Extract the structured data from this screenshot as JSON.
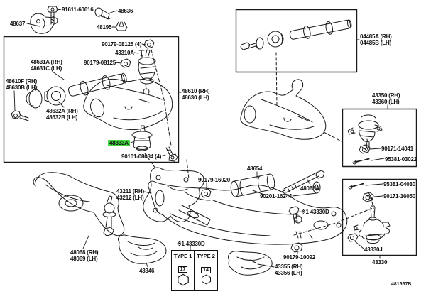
{
  "diagram": {
    "code": "481667B",
    "highlight_color": "#3fd53f",
    "line_color": "#1a1a1a",
    "highlighted_part": "48333A"
  },
  "labels": {
    "b91611": "91611-60616",
    "b48637": "48637",
    "b48636": "48636",
    "b48195": "48195",
    "b90179_08125_4": "90179-08125 (4)",
    "b43310a": "43310A",
    "b90179_08125": "90179-08125",
    "b48631a": "48631A (RH)",
    "b48631c": "48631C (LH)",
    "b48610f": "48610F (RH)",
    "b48630b": "48630B (LH)",
    "b48632a": "48632A (RH)",
    "b48632b": "48632B (LH)",
    "b48333a": "48333A",
    "b90101_08084": "90101-08084 (4)",
    "b48610": "48610 (RH)",
    "b48630": "48630 (LH)",
    "b04485a": "04485A (RH)",
    "b04485b": "04485B (LH)",
    "b43350": "43350 (RH)",
    "b43360": "43360 (LH)",
    "b90171_14041": "90171-14041",
    "b95381_03022": "95381-03022",
    "b95381_04030": "95381-04030",
    "b90171_16050": "90171-16050",
    "b43330j": "43330J",
    "b43330": "43330",
    "b48654": "48654",
    "b90179_16020": "90179-16020",
    "b90201_16244": "90201-16244",
    "b48068a": "48068A",
    "b43330d_arm": "※1 43330D",
    "b43330d_table": "※1 43330D",
    "b90179_10092": "90179-10092",
    "b43355": "43355 (RH)",
    "b43356": "43356 (LH)",
    "b43211": "43211 (RH)",
    "b43212": "43212 (LH)",
    "b48068": "48068 (RH)",
    "b48069": "48069 (LH)",
    "b43346": "43346"
  },
  "type_table": {
    "headers": [
      "TYPE 1",
      "TYPE 2"
    ],
    "values": [
      "17",
      "14"
    ]
  }
}
